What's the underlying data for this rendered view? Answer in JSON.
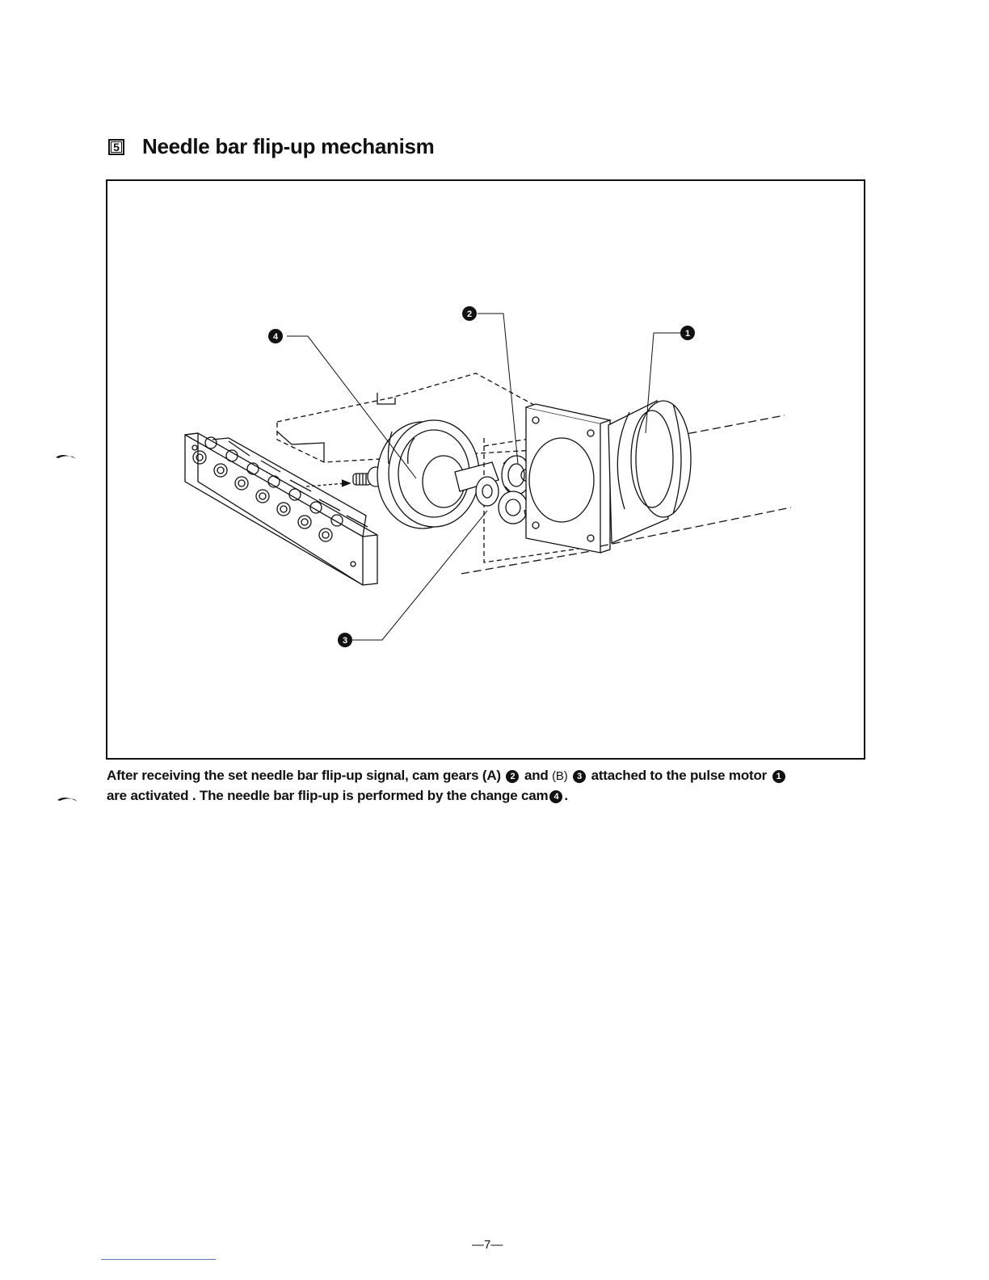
{
  "section": {
    "number": "5",
    "title": "Needle bar flip-up mechanism"
  },
  "figure": {
    "callouts": [
      {
        "id": "1",
        "part": "pulse motor"
      },
      {
        "id": "2",
        "part": "cam gear (A)"
      },
      {
        "id": "3",
        "part": "cam gear (B)"
      },
      {
        "id": "4",
        "part": "change cam"
      }
    ]
  },
  "caption": {
    "part1": "After receiving the set needle bar flip-up signal, cam gears (A)",
    "ref_a": "2",
    "part2": "and",
    "label_b": "(B)",
    "ref_b": "3",
    "part3": "attached to the pulse motor",
    "ref_motor": "1",
    "part4": "are activated .  The needle bar flip-up is performed by the change cam",
    "ref_cam": "4",
    "end": "."
  },
  "page_number": "—7—"
}
